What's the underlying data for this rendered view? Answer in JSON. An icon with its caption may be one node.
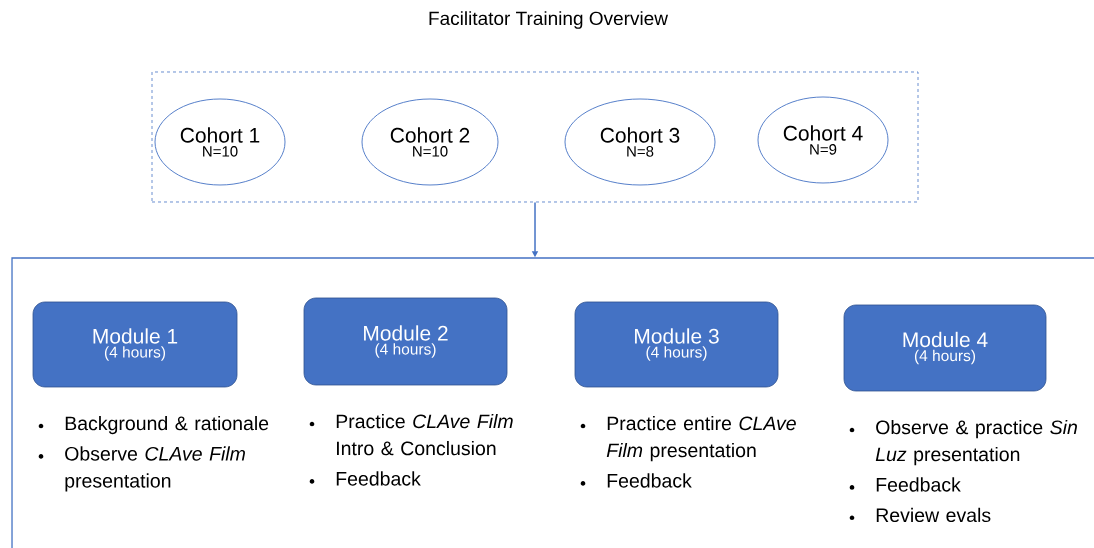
{
  "diagram": {
    "title": "Facilitator Training Overview",
    "nodes": [
      {
        "text": [],
        "shape": "box"
      },
      {
        "text": [
          "Cohort 1",
          "N=10"
        ],
        "in": 0
      },
      {
        "text": [
          "Cohort 2",
          "N=10"
        ],
        "in": 0
      },
      {
        "text": [
          "Cohort 3",
          "N=8"
        ],
        "in": 0
      },
      {
        "text": [
          "Cohort 4",
          "N=9"
        ],
        "in": 0
      },
      {
        "text": [],
        "shape": "box"
      },
      {
        "text": [
          "Module 1",
          "(4 hours)"
        ],
        "in": 5,
        "beside": [
          "Background & rationale",
          "Observe *CLAve Film* presentation"
        ]
      },
      {
        "text": [
          "Module 2",
          "(4 hours)"
        ],
        "in": 5,
        "beside": [
          "Practice *CLAve Film* Intro & Conclusion",
          "Feedback"
        ]
      },
      {
        "text": [
          "Module 3",
          "(4 hours)"
        ],
        "in": 5,
        "beside": [
          "Practice entire *CLAve Film* presentation",
          "Feedback"
        ]
      },
      {
        "text": [
          "Module 4",
          "(4 hours)"
        ],
        "in": 5,
        "beside": [
          "Observe & practice *Sin Luz* presentation",
          "Feedback",
          "Review evals"
        ]
      }
    ],
    "edges": [
      {
        "from": 0,
        "to": 5,
        "arrow": "to"
      }
    ]
  }
}
